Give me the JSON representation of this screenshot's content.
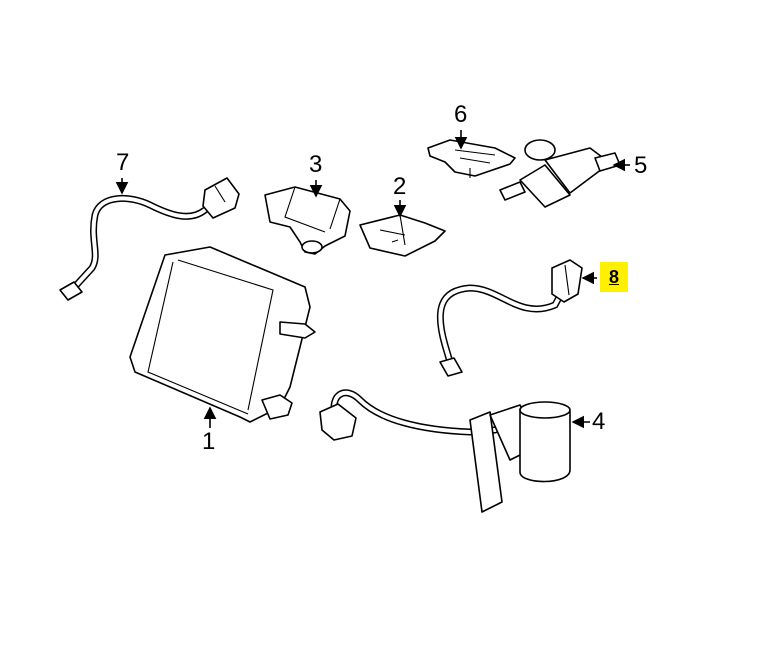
{
  "diagram": {
    "callouts": [
      {
        "id": "1",
        "label": "1"
      },
      {
        "id": "2",
        "label": "2"
      },
      {
        "id": "3",
        "label": "3"
      },
      {
        "id": "4",
        "label": "4"
      },
      {
        "id": "5",
        "label": "5"
      },
      {
        "id": "6",
        "label": "6"
      },
      {
        "id": "7",
        "label": "7"
      },
      {
        "id": "8",
        "label": "8",
        "highlighted": true,
        "highlight_color": "#ffef00"
      }
    ]
  }
}
